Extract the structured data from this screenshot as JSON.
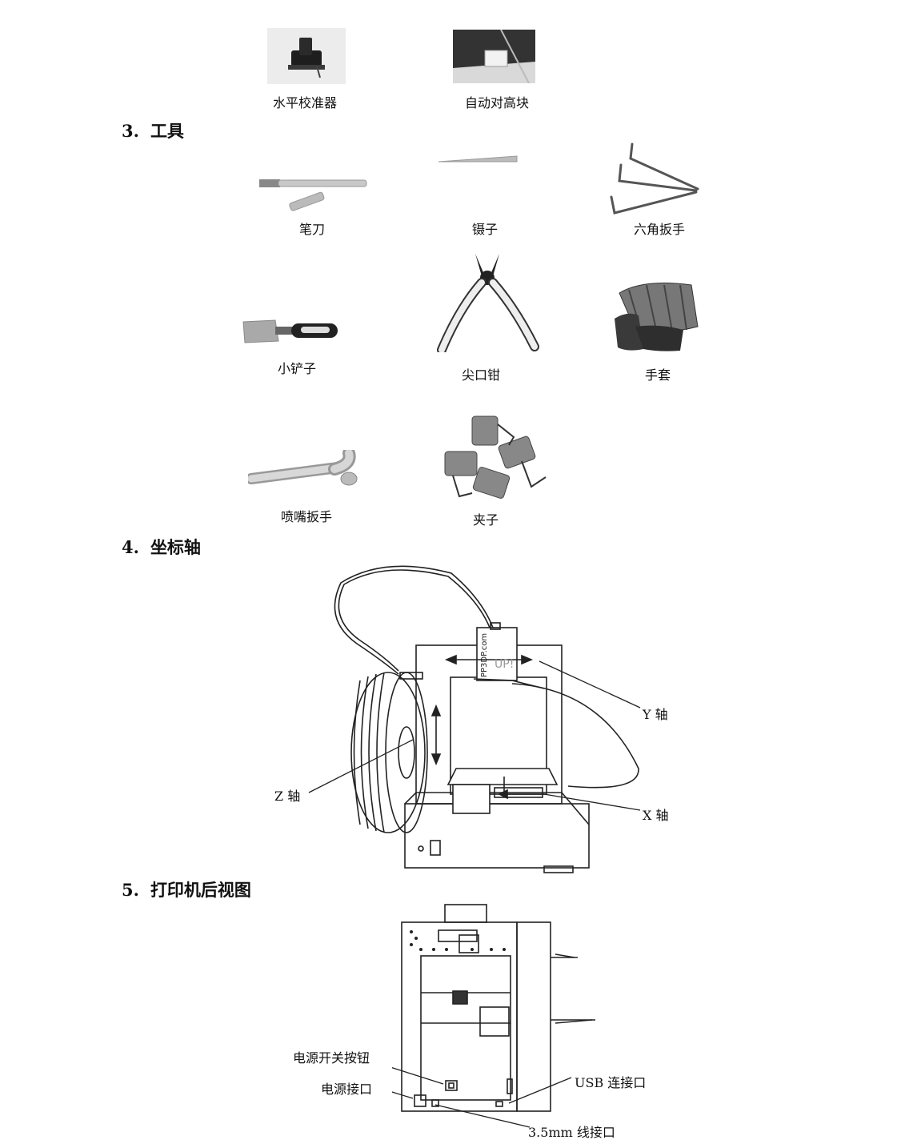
{
  "top_items": [
    {
      "label": "水平校准器",
      "icon": "level-calibrator-icon"
    },
    {
      "label": "自动对高块",
      "icon": "auto-height-block-icon"
    }
  ],
  "sections": [
    {
      "number": "3.",
      "title": "工具"
    },
    {
      "number": "4.",
      "title": "坐标轴"
    },
    {
      "number": "5.",
      "title": "打印机后视图"
    }
  ],
  "tools": [
    {
      "label": "笔刀",
      "icon": "craft-knife-icon"
    },
    {
      "label": "镊子",
      "icon": "tweezers-icon"
    },
    {
      "label": "六角扳手",
      "icon": "hex-key-icon"
    },
    {
      "label": "小铲子",
      "icon": "scraper-icon"
    },
    {
      "label": "尖口钳",
      "icon": "pliers-icon"
    },
    {
      "label": "手套",
      "icon": "gloves-icon"
    },
    {
      "label": "喷嘴扳手",
      "icon": "nozzle-wrench-icon"
    },
    {
      "label": "夹子",
      "icon": "binder-clips-icon"
    }
  ],
  "axes_diagram": {
    "y_axis": "Y 轴",
    "z_axis": "Z 轴",
    "x_axis": "X 轴",
    "brand_text": "PP3DP.com",
    "model_text": "UP!"
  },
  "rear_diagram": {
    "power_switch": "电源开关按钮",
    "power_port": "电源接口",
    "usb_port": "USB 连接口",
    "audio_port": "3.5mm 线接口"
  }
}
